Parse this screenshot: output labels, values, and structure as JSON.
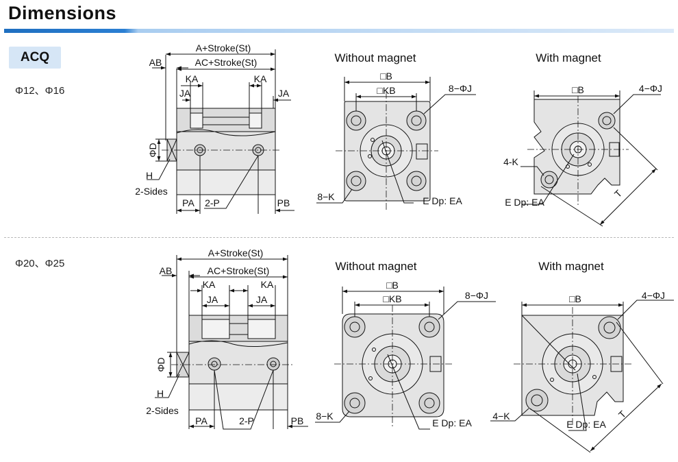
{
  "header": {
    "title": "Dimensions"
  },
  "model": "ACQ",
  "sections": [
    {
      "size_label": "Φ12、Φ16",
      "side": {
        "a_stroke": "A+Stroke(St)",
        "ab": "AB",
        "ac_stroke": "AC+Stroke(St)",
        "ka_left": "KA",
        "ka_right": "KA",
        "ja_left": "JA",
        "ja_right": "JA",
        "phi_d": "ΦD",
        "h": "H",
        "two_sides": "2-Sides",
        "pa": "PA",
        "two_p": "2-P",
        "pb": "PB"
      },
      "without_magnet": {
        "title": "Without magnet",
        "b": "□B",
        "kb": "□KB",
        "holes": "8−ΦJ",
        "k": "8−K",
        "thread": "E Dp:  EA"
      },
      "with_magnet": {
        "title": "With magnet",
        "b": "□B",
        "holes": "4−ΦJ",
        "k": "4-K",
        "thread": "E Dp: EA",
        "t": "T"
      }
    },
    {
      "size_label": "Φ20、Φ25",
      "side": {
        "a_stroke": "A+Stroke(St)",
        "ab": "AB",
        "ac_stroke": "AC+Stroke(St)",
        "ka_left": "KA",
        "ka_right": "KA",
        "ja_left": "JA",
        "ja_right": "JA",
        "phi_d": "ΦD",
        "h": "H",
        "two_sides": "2-Sides",
        "pa": "PA",
        "two_p": "2-P",
        "pb": "PB"
      },
      "without_magnet": {
        "title": "Without magnet",
        "b": "□B",
        "kb": "□KB",
        "holes": "8−ΦJ",
        "k": "8−K",
        "thread": "E Dp:  EA"
      },
      "with_magnet": {
        "title": "With magnet",
        "b": "□B",
        "holes": "4−ΦJ",
        "k": "4−K",
        "thread": "E Dp: EA",
        "t": "T"
      }
    }
  ]
}
